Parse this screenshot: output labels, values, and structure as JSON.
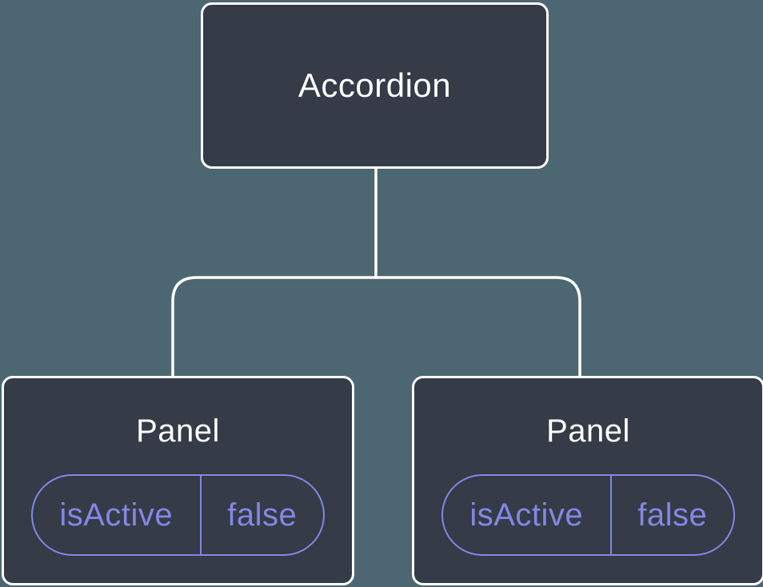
{
  "diagram": {
    "type": "component-tree",
    "colors": {
      "background": "#4C6771",
      "node_fill": "#353B47",
      "node_border": "#FFFFFF",
      "connector_line": "#FFFFFF",
      "state_accent": "#8487E6",
      "node_text": "#FFFFFF"
    },
    "root": {
      "label": "Accordion"
    },
    "children": [
      {
        "label": "Panel",
        "state": {
          "key": "isActive",
          "value": "false"
        }
      },
      {
        "label": "Panel",
        "state": {
          "key": "isActive",
          "value": "false"
        }
      }
    ]
  }
}
